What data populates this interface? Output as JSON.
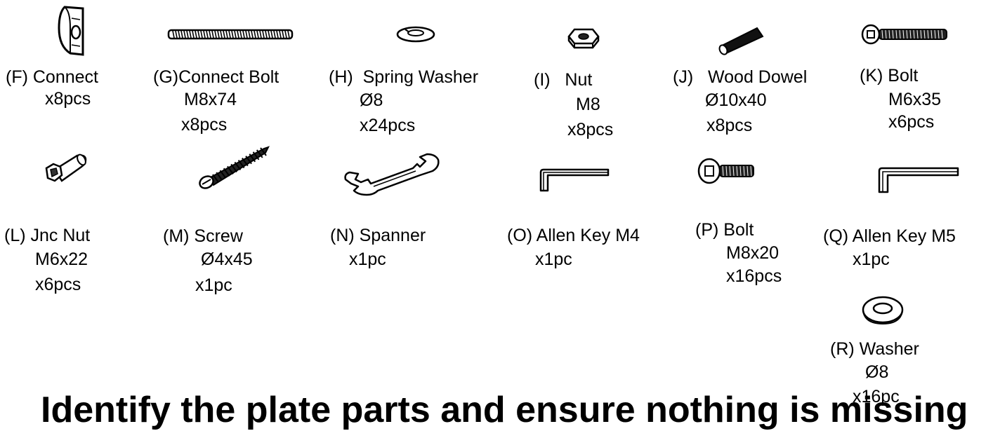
{
  "parts": [
    {
      "id": "F",
      "icon": "connector-icon",
      "lines": [
        "(F) Connect",
        "x8pcs"
      ]
    },
    {
      "id": "G",
      "icon": "threaded-rod-icon",
      "lines": [
        "(G)Connect Bolt",
        "M8x74",
        "x8pcs"
      ]
    },
    {
      "id": "H",
      "icon": "spring-washer-icon",
      "lines": [
        "(H)  Spring Washer",
        "Ø8",
        "x24pcs"
      ]
    },
    {
      "id": "I",
      "icon": "hex-nut-icon",
      "lines": [
        "(I)   Nut",
        "M8",
        "x8pcs"
      ]
    },
    {
      "id": "J",
      "icon": "wood-dowel-icon",
      "lines": [
        "(J)   Wood Dowel",
        "Ø10x40",
        "x8pcs"
      ]
    },
    {
      "id": "K",
      "icon": "long-bolt-icon",
      "lines": [
        "(K) Bolt",
        "M6x35",
        "x6pcs"
      ]
    },
    {
      "id": "L",
      "icon": "junction-nut-icon",
      "lines": [
        "(L) Jnc Nut",
        "M6x22",
        "x6pcs"
      ]
    },
    {
      "id": "M",
      "icon": "wood-screw-icon",
      "lines": [
        "(M) Screw",
        "Ø4x45",
        "x1pc"
      ]
    },
    {
      "id": "N",
      "icon": "spanner-icon",
      "lines": [
        "(N) Spanner",
        "x1pc"
      ]
    },
    {
      "id": "O",
      "icon": "allen-key-small-icon",
      "lines": [
        "(O) Allen Key M4",
        "x1pc"
      ]
    },
    {
      "id": "P",
      "icon": "short-bolt-icon",
      "lines": [
        "(P) Bolt",
        "M8x20",
        "x16pcs"
      ]
    },
    {
      "id": "Q",
      "icon": "allen-key-large-icon",
      "lines": [
        "(Q) Allen Key M5",
        "x1pc"
      ]
    },
    {
      "id": "R",
      "icon": "flat-washer-icon",
      "lines": [
        "(R) Washer",
        "Ø8",
        "x16pc"
      ]
    }
  ],
  "heading": "Identify the plate parts and ensure nothing is missing"
}
